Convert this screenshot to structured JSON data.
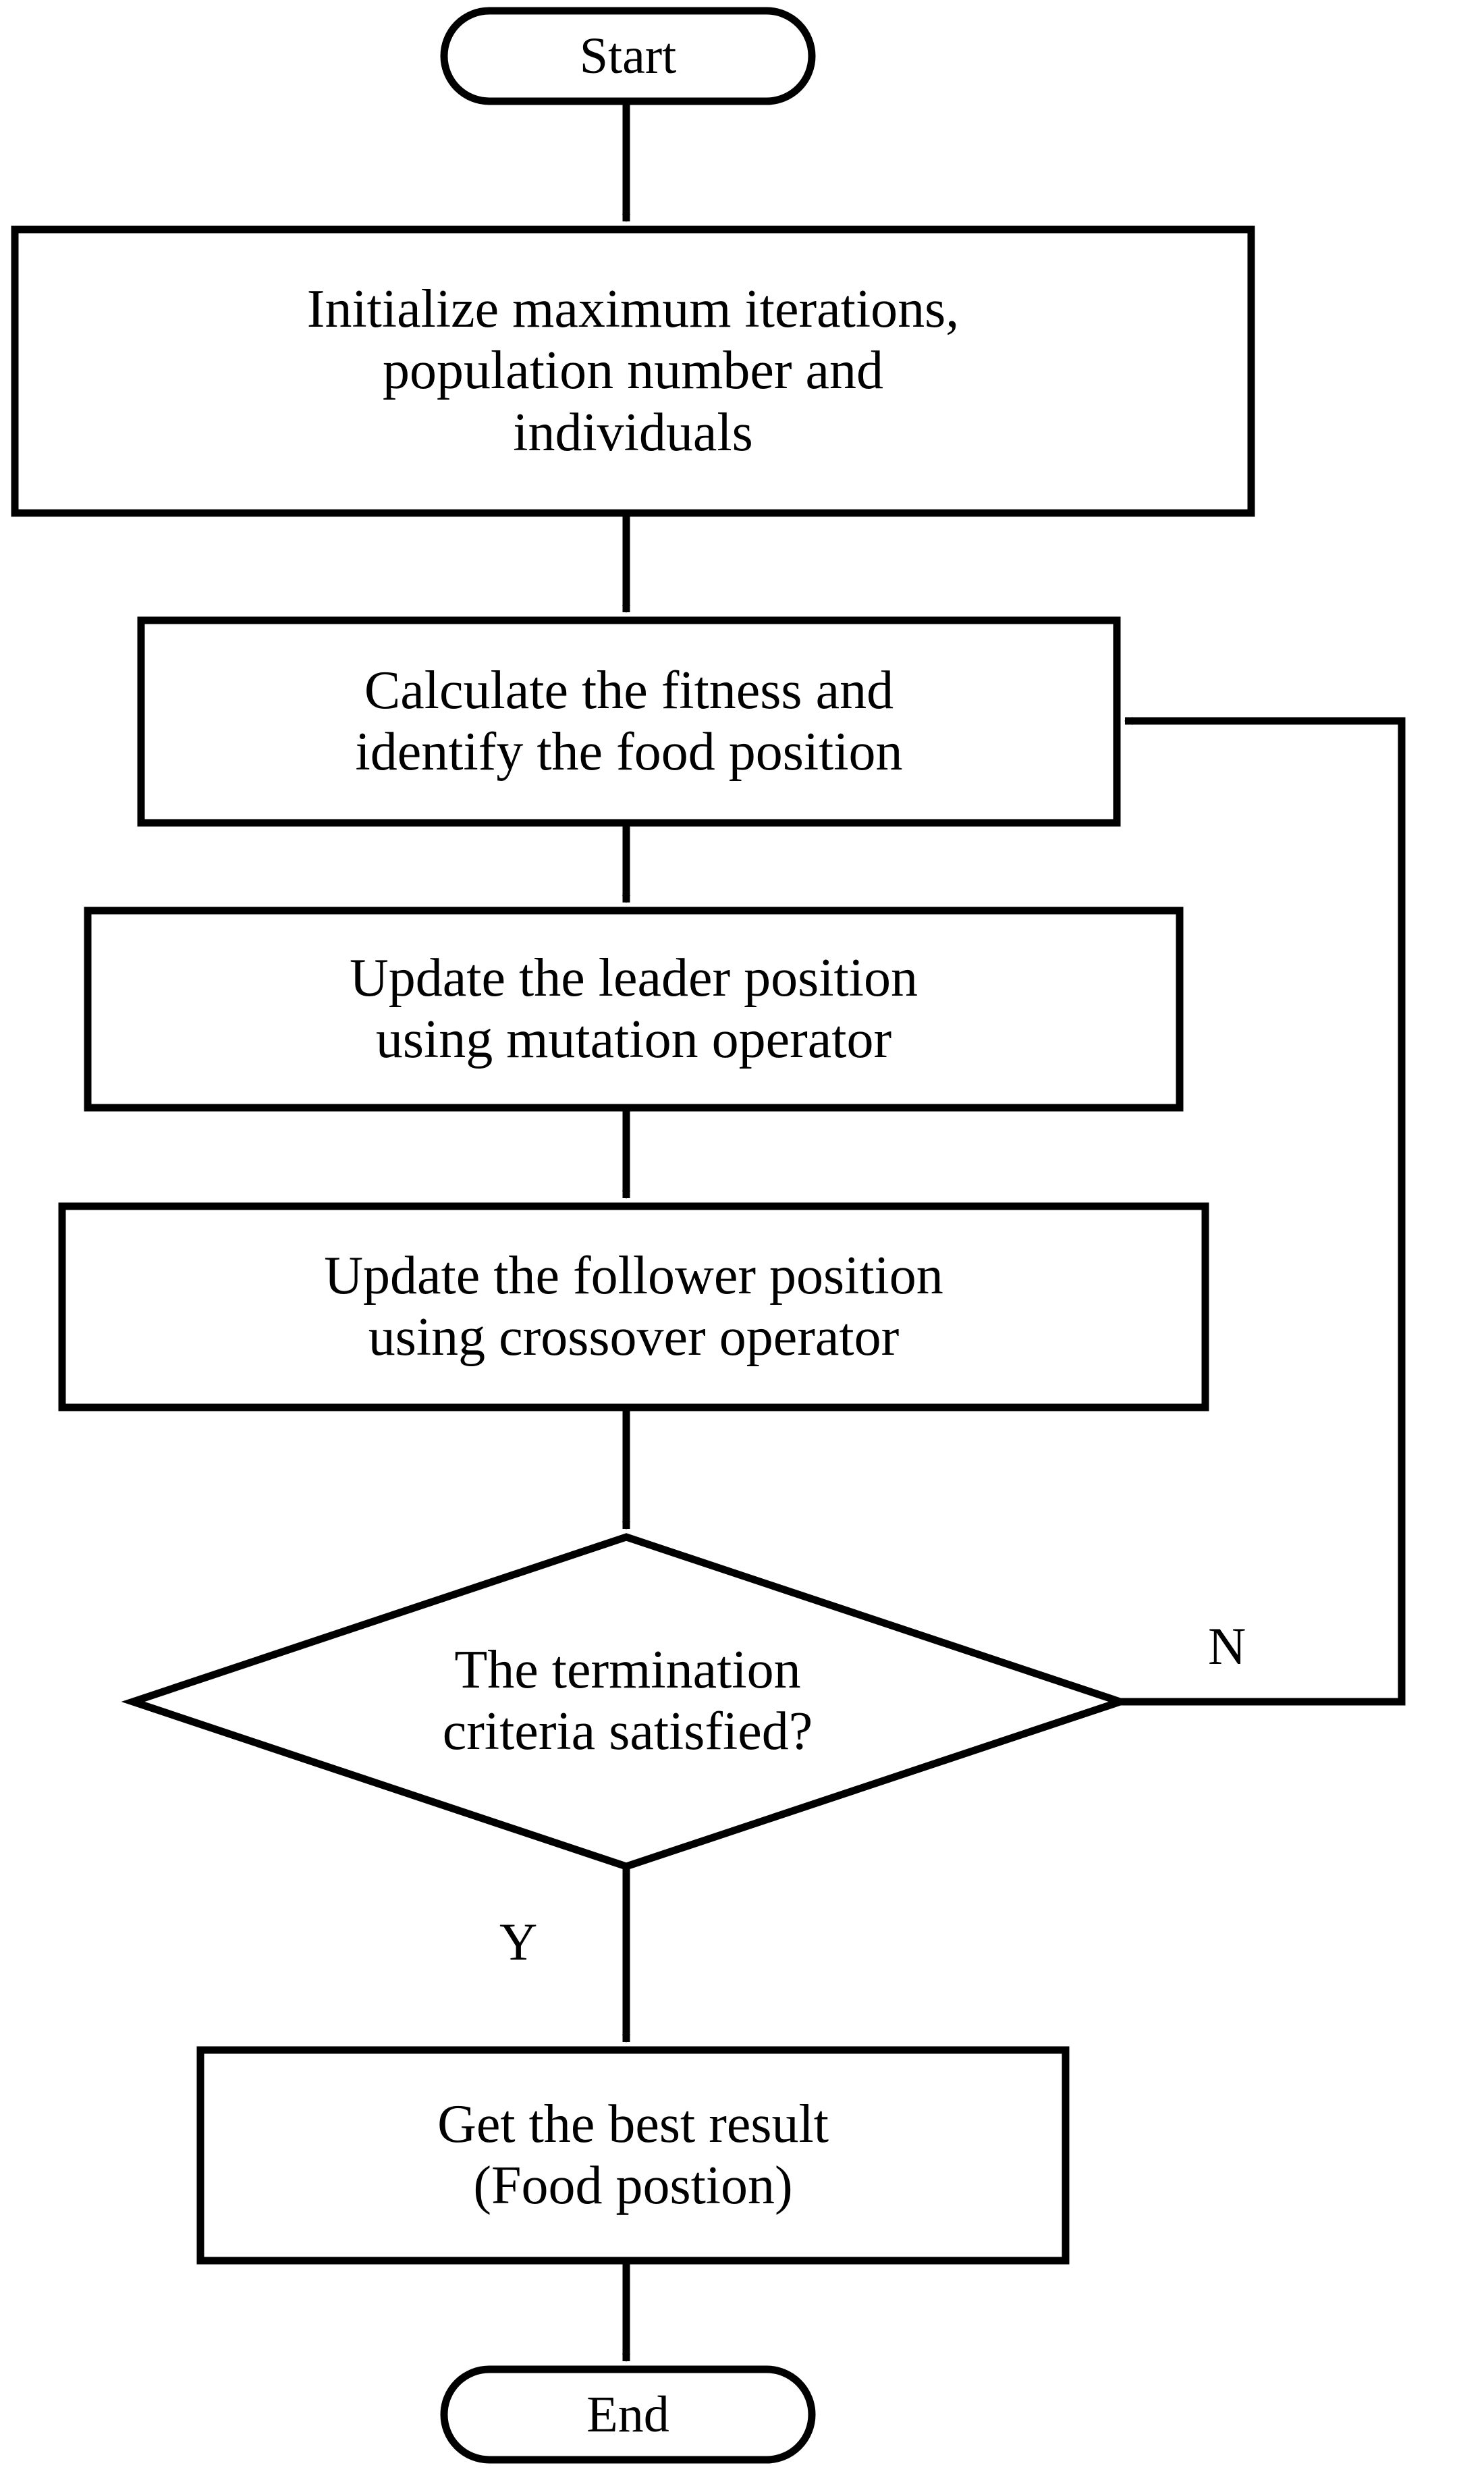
{
  "diagram": {
    "title": "Algorithm flowchart",
    "background_color": "#ffffff",
    "stroke_color": "#000000",
    "text_color": "#000000"
  },
  "nodes": {
    "start": {
      "label": "Start",
      "shape": "terminator"
    },
    "initialize": {
      "label": "Initialize maximum iterations,\npopulation number and\nindividuals",
      "shape": "process"
    },
    "calculate_fitness": {
      "label": " Calculate the fitness and\nidentify the food position",
      "shape": "process"
    },
    "update_leader": {
      "label": "Update the leader position\nusing mutation operator",
      "shape": "process"
    },
    "update_follower": {
      "label": "Update the follower position\nusing crossover operator",
      "shape": "process"
    },
    "termination_check": {
      "label": "The termination\ncriteria satisfied?",
      "shape": "decision"
    },
    "get_result": {
      "label": "Get the best result\n(Food postion)",
      "shape": "process"
    },
    "end": {
      "label": "End",
      "shape": "terminator"
    }
  },
  "edge_labels": {
    "no_branch": "N",
    "yes_branch": "Y"
  }
}
